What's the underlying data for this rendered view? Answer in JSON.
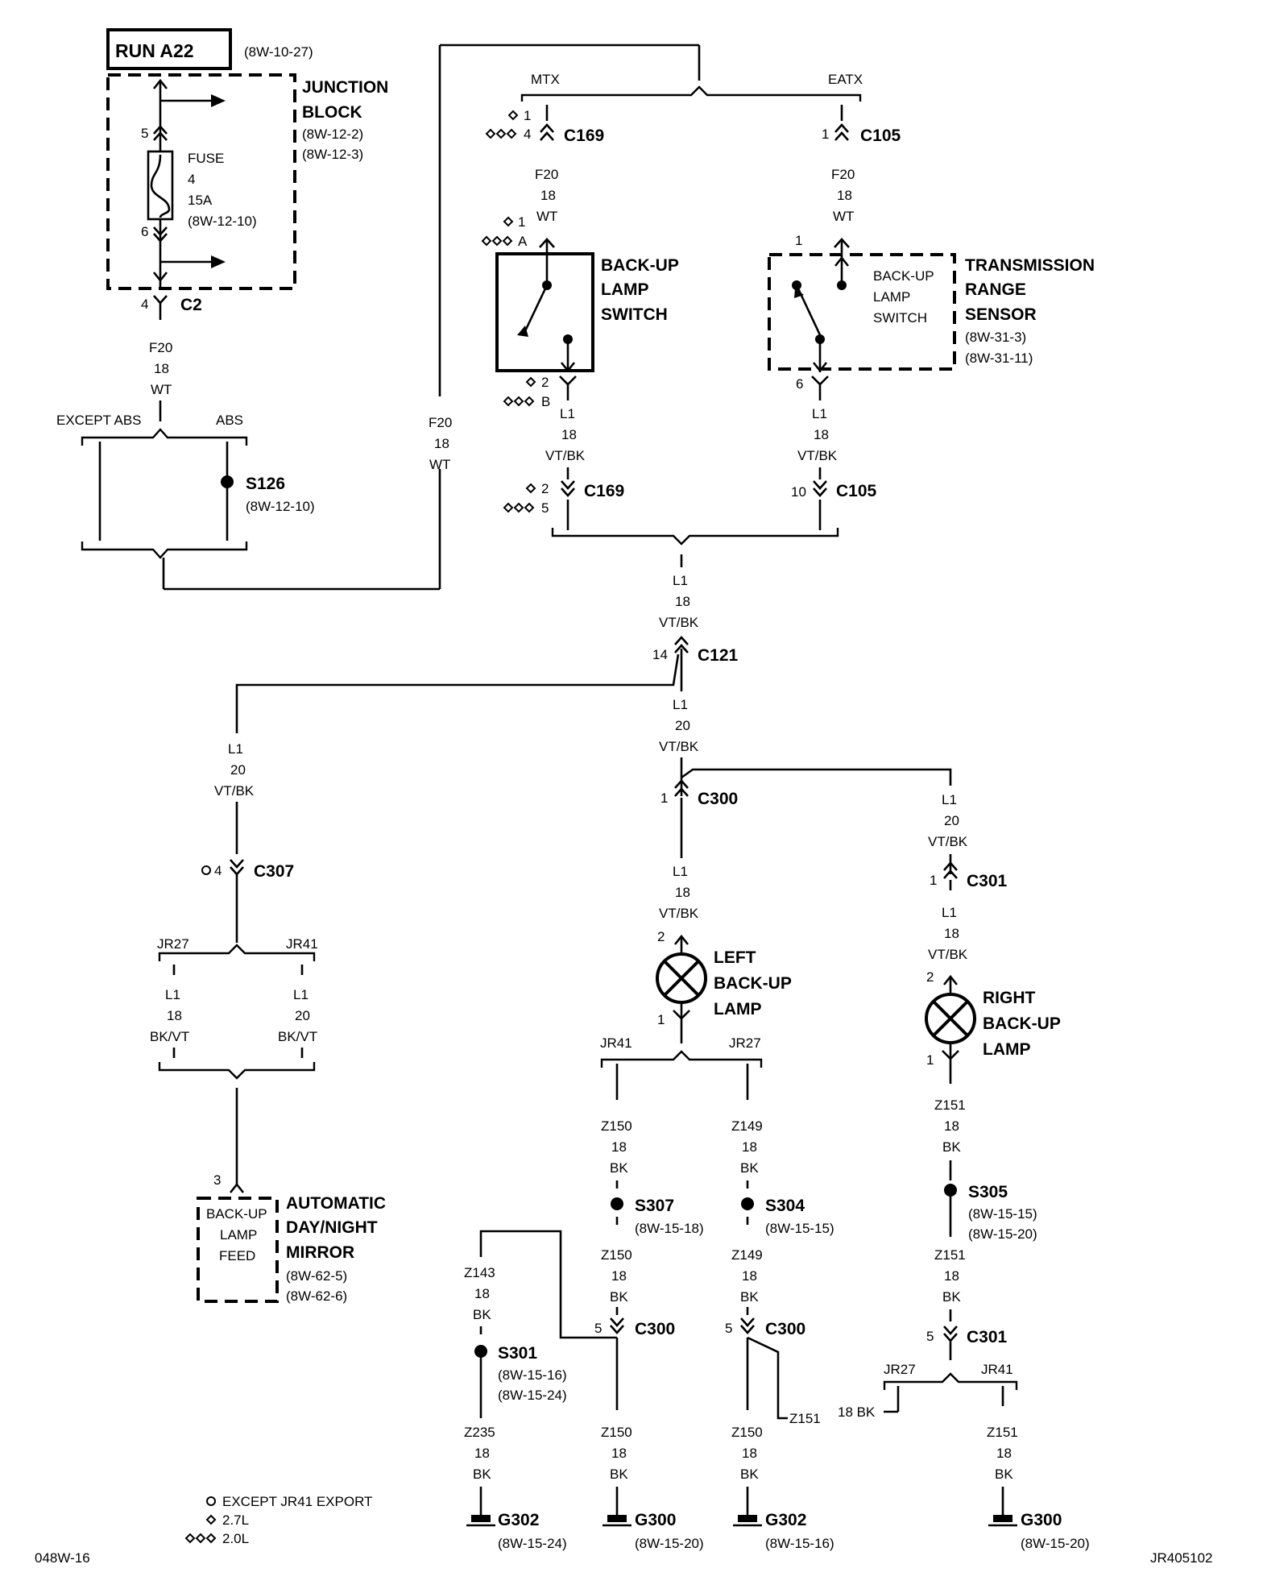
{
  "header": {
    "title": "RUN A22",
    "ref": "(8W-10-27)"
  },
  "junction_block": {
    "name": [
      "JUNCTION",
      "BLOCK"
    ],
    "refs": [
      "(8W-12-2)",
      "(8W-12-3)"
    ],
    "fuse": {
      "label": "FUSE",
      "number": "4",
      "rating": "15A",
      "ref": "(8W-12-10)",
      "pin_in": "5",
      "pin_out": "6"
    }
  },
  "connectors": {
    "c2": {
      "id": "C2",
      "pin": "4"
    },
    "c169_top": {
      "id": "C169",
      "pins": [
        "1",
        "4"
      ]
    },
    "c105_top": {
      "id": "C105",
      "pin": "1"
    },
    "c169_bottom": {
      "id": "C169",
      "pins": [
        "2",
        "5"
      ]
    },
    "c105_bottom": {
      "id": "C105",
      "pin": "10"
    },
    "c121": {
      "id": "C121",
      "pin": "14"
    },
    "c300_top": {
      "id": "C300",
      "pin": "1"
    },
    "c301_top": {
      "id": "C301",
      "pin": "1"
    },
    "c307": {
      "id": "C307",
      "pin": "4"
    },
    "c300_a": {
      "id": "C300",
      "pin": "5"
    },
    "c300_b": {
      "id": "C300",
      "pin": "5"
    },
    "c301_bottom": {
      "id": "C301",
      "pin": "5"
    }
  },
  "options": {
    "mtx": "MTX",
    "eatx": "EATX",
    "except_abs": "EXCEPT ABS",
    "abs": "ABS",
    "jr27": "JR27",
    "jr41": "JR41"
  },
  "wires": {
    "f20_a": [
      "F20",
      "18",
      "WT"
    ],
    "f20_b": [
      "F20",
      "18",
      "WT"
    ],
    "f20_c": [
      "F20",
      "18",
      "WT"
    ],
    "f20_d": [
      "F20",
      "18",
      "WT"
    ],
    "l1_a": [
      "L1",
      "18",
      "VT/BK"
    ],
    "l1_b": [
      "L1",
      "18",
      "VT/BK"
    ],
    "l1_c": [
      "L1",
      "18",
      "VT/BK"
    ],
    "l1_d": [
      "L1",
      "20",
      "VT/BK"
    ],
    "l1_e": [
      "L1",
      "20",
      "VT/BK"
    ],
    "l1_f": [
      "L1",
      "20",
      "VT/BK"
    ],
    "l1_g": [
      "L1",
      "18",
      "VT/BK"
    ],
    "l1_h": [
      "L1",
      "18",
      "VT/BK"
    ],
    "l1_i": [
      "L1",
      "18",
      "BK/VT"
    ],
    "l1_j": [
      "L1",
      "20",
      "BK/VT"
    ],
    "z150_a": [
      "Z150",
      "18",
      "BK"
    ],
    "z150_b": [
      "Z150",
      "18",
      "BK"
    ],
    "z150_c": [
      "Z150",
      "18",
      "BK"
    ],
    "z150_d": [
      "Z150",
      "18",
      "BK"
    ],
    "z149_a": [
      "Z149",
      "18",
      "BK"
    ],
    "z149_b": [
      "Z149",
      "18",
      "BK"
    ],
    "z151_a": [
      "Z151",
      "18",
      "BK"
    ],
    "z151_b": [
      "Z151",
      "18",
      "BK"
    ],
    "z151_c": [
      "Z151",
      "18",
      "BK"
    ],
    "z143": [
      "Z143",
      "18",
      "BK"
    ],
    "z235": [
      "Z235",
      "18",
      "BK"
    ],
    "z151_side": "Z151",
    "bk18_side": "18 BK"
  },
  "splices": {
    "s126": {
      "id": "S126",
      "ref": "(8W-12-10)"
    },
    "s307": {
      "id": "S307",
      "ref": "(8W-15-18)"
    },
    "s304": {
      "id": "S304",
      "ref": "(8W-15-15)"
    },
    "s305": {
      "id": "S305",
      "refs": [
        "(8W-15-15)",
        "(8W-15-20)"
      ]
    },
    "s301": {
      "id": "S301",
      "refs": [
        "(8W-15-16)",
        "(8W-15-24)"
      ]
    }
  },
  "components": {
    "backup_switch": {
      "name": [
        "BACK-UP",
        "LAMP",
        "SWITCH"
      ],
      "pins_top": [
        "1",
        "A"
      ],
      "pins_bottom": [
        "2",
        "B"
      ]
    },
    "trs": {
      "name": [
        "TRANSMISSION",
        "RANGE",
        "SENSOR"
      ],
      "inner": [
        "BACK-UP",
        "LAMP",
        "SWITCH"
      ],
      "refs": [
        "(8W-31-3)",
        "(8W-31-11)"
      ],
      "pin_top": "1",
      "pin_bottom": "6"
    },
    "left_lamp": {
      "name": [
        "LEFT",
        "BACK-UP",
        "LAMP"
      ],
      "pin_top": "2",
      "pin_bottom": "1"
    },
    "right_lamp": {
      "name": [
        "RIGHT",
        "BACK-UP",
        "LAMP"
      ],
      "pin_top": "2",
      "pin_bottom": "1"
    },
    "mirror": {
      "name": [
        "AUTOMATIC",
        "DAY/NIGHT",
        "MIRROR"
      ],
      "inner": [
        "BACK-UP",
        "LAMP",
        "FEED"
      ],
      "refs": [
        "(8W-62-5)",
        "(8W-62-6)"
      ],
      "pin": "3"
    }
  },
  "grounds": {
    "g302_a": {
      "id": "G302",
      "ref": "(8W-15-24)"
    },
    "g300_a": {
      "id": "G300",
      "ref": "(8W-15-20)"
    },
    "g302_b": {
      "id": "G302",
      "ref": "(8W-15-16)"
    },
    "g300_b": {
      "id": "G300",
      "ref": "(8W-15-20)"
    }
  },
  "legend": {
    "circle": "EXCEPT JR41 EXPORT",
    "diamond": "2.7L",
    "diamonds": "2.0L"
  },
  "footer": {
    "left": "048W-16",
    "right": "JR405102"
  }
}
